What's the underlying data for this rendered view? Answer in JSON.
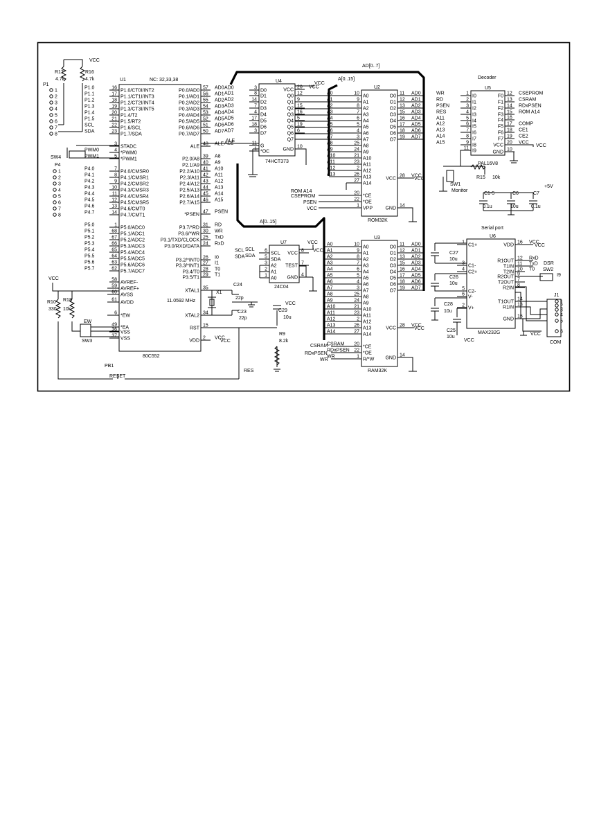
{
  "chips": {
    "u1": {
      "ref": "U1",
      "part": "80C552",
      "nc": "NC: 32,33,38",
      "left": [
        {
          "pin": "16",
          "net": "P1.0",
          "fn": "P1.0/CT0I/INT2"
        },
        {
          "pin": "17",
          "net": "P1.1",
          "fn": "P1.1/CT1I/INT3"
        },
        {
          "pin": "18",
          "net": "P1.2",
          "fn": "P1.2/CT2I/INT4"
        },
        {
          "pin": "19",
          "net": "P1.3",
          "fn": "P1.3/CT3I/INT5"
        },
        {
          "pin": "20",
          "net": "P1.4",
          "fn": "P1.4/T2"
        },
        {
          "pin": "21",
          "net": "P1.5",
          "fn": "P1.5/RT2"
        },
        {
          "pin": "22",
          "net": "SCL",
          "fn": "P1.6/SCL"
        },
        {
          "pin": "23",
          "net": "SDA",
          "fn": "P1.7/SDA"
        },
        {
          "pin": "3",
          "net": "",
          "fn": "STADC"
        },
        {
          "pin": "4",
          "net": "PWM0",
          "fn": "*PWM0"
        },
        {
          "pin": "5",
          "net": "PWM1",
          "fn": "*PWM1"
        },
        {
          "pin": "7",
          "net": "P4.0",
          "fn": "P4.0/CMSR0"
        },
        {
          "pin": "8",
          "net": "P4.1",
          "fn": "P4.1/CMSR1"
        },
        {
          "pin": "9",
          "net": "P4.2",
          "fn": "P4.2/CMSR2"
        },
        {
          "pin": "10",
          "net": "P4.3",
          "fn": "P4.3/CMSR3"
        },
        {
          "pin": "11",
          "net": "P4.4",
          "fn": "P4.4/CMSR4"
        },
        {
          "pin": "12",
          "net": "P4.5",
          "fn": "P4.5/CMSR5"
        },
        {
          "pin": "13",
          "net": "P4.6",
          "fn": "P4.6/CMT0"
        },
        {
          "pin": "14",
          "net": "P4.7",
          "fn": "P4.7/CMT1"
        },
        {
          "pin": "1",
          "net": "P5.0",
          "fn": "P5.0/ADC0"
        },
        {
          "pin": "68",
          "net": "P5.1",
          "fn": "P5.1/ADC1"
        },
        {
          "pin": "67",
          "net": "P5.2",
          "fn": "P5.2/ADC2"
        },
        {
          "pin": "66",
          "net": "P5.3",
          "fn": "P5.3/ADC3"
        },
        {
          "pin": "65",
          "net": "P5.4",
          "fn": "P5.4/ADC4"
        },
        {
          "pin": "64",
          "net": "P5.5",
          "fn": "P5.5/ADC5"
        },
        {
          "pin": "63",
          "net": "P5.6",
          "fn": "P5.6/ADC6"
        },
        {
          "pin": "62",
          "net": "P5.7",
          "fn": "P5.7/ADC7"
        },
        {
          "pin": "58",
          "net": "",
          "fn": "AVREF-"
        },
        {
          "pin": "59",
          "net": "",
          "fn": "AVREF+"
        },
        {
          "pin": "60",
          "net": "",
          "fn": "AVSS"
        },
        {
          "pin": "61",
          "net": "",
          "fn": "AVDD"
        },
        {
          "pin": "6",
          "net": "",
          "fn": "*EW"
        },
        {
          "pin": "49",
          "net": "",
          "fn": "*EA"
        },
        {
          "pin": "36",
          "net": "",
          "fn": "VSS"
        },
        {
          "pin": "37",
          "net": "",
          "fn": "VSS"
        }
      ],
      "right": [
        {
          "pin": "57",
          "net": "AD0",
          "fn": "P0.0/AD0"
        },
        {
          "pin": "56",
          "net": "AD1",
          "fn": "P0.1/AD1"
        },
        {
          "pin": "55",
          "net": "AD2",
          "fn": "P0.2/AD2"
        },
        {
          "pin": "54",
          "net": "AD3",
          "fn": "P0.3/AD3"
        },
        {
          "pin": "53",
          "net": "AD4",
          "fn": "P0.4/AD4"
        },
        {
          "pin": "52",
          "net": "AD5",
          "fn": "P0.5/AD5"
        },
        {
          "pin": "51",
          "net": "AD6",
          "fn": "P0.6/AD6"
        },
        {
          "pin": "50",
          "net": "AD7",
          "fn": "P0.7/AD7"
        },
        {
          "pin": "48",
          "net": "ALE",
          "fn": "ALE"
        },
        {
          "pin": "39",
          "net": "A8",
          "fn": "P2.0/A8"
        },
        {
          "pin": "40",
          "net": "A9",
          "fn": "P2.1/A9"
        },
        {
          "pin": "41",
          "net": "A10",
          "fn": "P2.2/A10"
        },
        {
          "pin": "42",
          "net": "A11",
          "fn": "P2.3/A11"
        },
        {
          "pin": "43",
          "net": "A12",
          "fn": "P2.4/A12"
        },
        {
          "pin": "44",
          "net": "A13",
          "fn": "P2.5/A13"
        },
        {
          "pin": "45",
          "net": "A14",
          "fn": "P2.6/A14"
        },
        {
          "pin": "46",
          "net": "A15",
          "fn": "P2.7/A15"
        },
        {
          "pin": "47",
          "net": "PSEN",
          "fn": "*PSEN"
        },
        {
          "pin": "31",
          "net": "RD",
          "fn": "P3.7/*RD"
        },
        {
          "pin": "30",
          "net": "WR",
          "fn": "P3.6/*WR"
        },
        {
          "pin": "25",
          "net": "TxD",
          "fn": "P3.1/TXD/CLOCK"
        },
        {
          "pin": "24",
          "net": "RxD",
          "fn": "P3.0/RXD/DATA"
        },
        {
          "pin": "26",
          "net": "I0",
          "fn": "P3.2/*INT0"
        },
        {
          "pin": "27",
          "net": "I1",
          "fn": "P3.3/*INT1"
        },
        {
          "pin": "28",
          "net": "T0",
          "fn": "P3.4/T0"
        },
        {
          "pin": "29",
          "net": "T1",
          "fn": "P3.5/T1"
        },
        {
          "pin": "35",
          "net": "",
          "fn": "XTAL1"
        },
        {
          "pin": "34",
          "net": "",
          "fn": "XTAL2"
        },
        {
          "pin": "15",
          "net": "",
          "fn": "RST"
        },
        {
          "pin": "2",
          "net": "VCC",
          "fn": "VDD"
        }
      ]
    },
    "u4": {
      "ref": "U4",
      "part": "74HCT373",
      "left": [
        {
          "pin": "3",
          "net": "AD0",
          "fn": "D0"
        },
        {
          "pin": "8",
          "net": "AD1",
          "fn": "D1"
        },
        {
          "pin": "14",
          "net": "AD2",
          "fn": "D2"
        },
        {
          "pin": "7",
          "net": "AD3",
          "fn": "D3"
        },
        {
          "pin": "4",
          "net": "AD4",
          "fn": "D4"
        },
        {
          "pin": "17",
          "net": "AD5",
          "fn": "D5"
        },
        {
          "pin": "18",
          "net": "AD6",
          "fn": "D6"
        },
        {
          "pin": "3",
          "net": "AD7",
          "fn": "D7"
        },
        {
          "pin": "11",
          "net": "ALE",
          "fn": "G"
        },
        {
          "pin": "1",
          "net": "",
          "fn": "*OC"
        }
      ],
      "right": [
        {
          "pin": "20",
          "net": "VCC",
          "fn": "VCC"
        },
        {
          "pin": "12",
          "net": "",
          "fn": "Q0"
        },
        {
          "pin": "9",
          "net": "",
          "fn": "Q1"
        },
        {
          "pin": "15",
          "net": "",
          "fn": "Q2"
        },
        {
          "pin": "16",
          "net": "",
          "fn": "Q3"
        },
        {
          "pin": "5",
          "net": "",
          "fn": "Q4"
        },
        {
          "pin": "19",
          "net": "",
          "fn": "Q5"
        },
        {
          "pin": "6",
          "net": "",
          "fn": "Q6"
        },
        {
          "pin": "",
          "net": "",
          "fn": "Q7"
        },
        {
          "pin": "10",
          "net": "",
          "fn": "GND"
        }
      ]
    },
    "u2": {
      "ref": "U2",
      "part": "ROM32K",
      "left": [
        {
          "pin": "10",
          "net": "A0",
          "fn": "A0"
        },
        {
          "pin": "9",
          "net": "A1",
          "fn": "A1"
        },
        {
          "pin": "8",
          "net": "A2",
          "fn": "A2"
        },
        {
          "pin": "7",
          "net": "A3",
          "fn": "A3"
        },
        {
          "pin": "6",
          "net": "A4",
          "fn": "A4"
        },
        {
          "pin": "5",
          "net": "A5",
          "fn": "A5"
        },
        {
          "pin": "4",
          "net": "A6",
          "fn": "A6"
        },
        {
          "pin": "3",
          "net": "A7",
          "fn": "A7"
        },
        {
          "pin": "25",
          "net": "A8",
          "fn": "A8"
        },
        {
          "pin": "24",
          "net": "A9",
          "fn": "A9"
        },
        {
          "pin": "21",
          "net": "A10",
          "fn": "A10"
        },
        {
          "pin": "23",
          "net": "A11",
          "fn": "A11"
        },
        {
          "pin": "2",
          "net": "A12",
          "fn": "A12"
        },
        {
          "pin": "26",
          "net": "A13",
          "fn": "A13"
        },
        {
          "pin": "27",
          "net": "",
          "fn": "A14"
        },
        {
          "pin": "20",
          "net": "",
          "fn": "*CE"
        },
        {
          "pin": "22",
          "net": "",
          "fn": "*OE"
        },
        {
          "pin": "1",
          "net": "",
          "fn": "VPP"
        }
      ],
      "right": [
        {
          "pin": "11",
          "net": "AD0",
          "fn": "O0"
        },
        {
          "pin": "12",
          "net": "AD1",
          "fn": "O1"
        },
        {
          "pin": "13",
          "net": "AD2",
          "fn": "O2"
        },
        {
          "pin": "15",
          "net": "AD3",
          "fn": "O3"
        },
        {
          "pin": "16",
          "net": "AD4",
          "fn": "O4"
        },
        {
          "pin": "17",
          "net": "AD5",
          "fn": "O5"
        },
        {
          "pin": "18",
          "net": "AD6",
          "fn": "O6"
        },
        {
          "pin": "19",
          "net": "AD7",
          "fn": "O7"
        },
        {
          "pin": "28",
          "net": "VCC",
          "fn": "VCC"
        },
        {
          "pin": "14",
          "net": "",
          "fn": "GND"
        }
      ]
    },
    "u3": {
      "ref": "U3",
      "part": "RAM32K",
      "left": [
        {
          "pin": "10",
          "net": "A0",
          "fn": "A0"
        },
        {
          "pin": "9",
          "net": "A1",
          "fn": "A1"
        },
        {
          "pin": "8",
          "net": "A2",
          "fn": "A2"
        },
        {
          "pin": "7",
          "net": "A3",
          "fn": "A3"
        },
        {
          "pin": "6",
          "net": "A4",
          "fn": "A4"
        },
        {
          "pin": "5",
          "net": "A5",
          "fn": "A5"
        },
        {
          "pin": "4",
          "net": "A6",
          "fn": "A6"
        },
        {
          "pin": "3",
          "net": "A7",
          "fn": "A7"
        },
        {
          "pin": "25",
          "net": "A8",
          "fn": "A8"
        },
        {
          "pin": "24",
          "net": "A9",
          "fn": "A9"
        },
        {
          "pin": "21",
          "net": "A10",
          "fn": "A10"
        },
        {
          "pin": "23",
          "net": "A11",
          "fn": "A11"
        },
        {
          "pin": "2",
          "net": "A12",
          "fn": "A12"
        },
        {
          "pin": "26",
          "net": "A13",
          "fn": "A13"
        },
        {
          "pin": "27",
          "net": "A14",
          "fn": "A14"
        },
        {
          "pin": "20",
          "net": "CSRAM",
          "fn": "*CE"
        },
        {
          "pin": "22",
          "net": "RDxPSEN",
          "fn": "*OE"
        },
        {
          "pin": "1",
          "net": "WR",
          "fn": "R/*W"
        }
      ],
      "right": [
        {
          "pin": "11",
          "net": "AD0",
          "fn": "O0"
        },
        {
          "pin": "12",
          "net": "AD1",
          "fn": "O1"
        },
        {
          "pin": "13",
          "net": "AD2",
          "fn": "O2"
        },
        {
          "pin": "15",
          "net": "AD3",
          "fn": "O3"
        },
        {
          "pin": "16",
          "net": "AD4",
          "fn": "O4"
        },
        {
          "pin": "17",
          "net": "AD5",
          "fn": "O5"
        },
        {
          "pin": "18",
          "net": "AD6",
          "fn": "O6"
        },
        {
          "pin": "19",
          "net": "AD7",
          "fn": "O7"
        },
        {
          "pin": "28",
          "net": "VCC",
          "fn": "VCC"
        },
        {
          "pin": "14",
          "net": "",
          "fn": "GND"
        }
      ]
    },
    "u5": {
      "ref": "U5",
      "part": "PAL16V8",
      "title": "Decoder",
      "left": [
        {
          "pin": "1",
          "net": "WR",
          "fn": "I0"
        },
        {
          "pin": "2",
          "net": "RD",
          "fn": "I1"
        },
        {
          "pin": "3",
          "net": "PSEN",
          "fn": "I2"
        },
        {
          "pin": "4",
          "net": "RES",
          "fn": "I3"
        },
        {
          "pin": "5",
          "net": "A11",
          "fn": "I4"
        },
        {
          "pin": "6",
          "net": "A12",
          "fn": "I5"
        },
        {
          "pin": "7",
          "net": "A13",
          "fn": "I6"
        },
        {
          "pin": "8",
          "net": "A14",
          "fn": "I7"
        },
        {
          "pin": "9",
          "net": "A15",
          "fn": "I8"
        },
        {
          "pin": "11",
          "net": "",
          "fn": "I9"
        }
      ],
      "right": [
        {
          "pin": "12",
          "net": "CSEPROM",
          "fn": "F0"
        },
        {
          "pin": "13",
          "net": "CSRAM",
          "fn": "F1"
        },
        {
          "pin": "14",
          "net": "RDxPSEN",
          "fn": "F2"
        },
        {
          "pin": "15",
          "net": "ROM A14",
          "fn": "F3"
        },
        {
          "pin": "16",
          "net": "",
          "fn": "F4"
        },
        {
          "pin": "17",
          "net": "COMP",
          "fn": "F5"
        },
        {
          "pin": "18",
          "net": "CE1",
          "fn": "F6"
        },
        {
          "pin": "19",
          "net": "CE2",
          "fn": "F7"
        },
        {
          "pin": "20",
          "net": "VCC",
          "fn": "VCC"
        },
        {
          "pin": "10",
          "net": "",
          "fn": "GND"
        }
      ]
    },
    "u6": {
      "ref": "U6",
      "part": "MAX232G",
      "title": "Serial port",
      "left": [
        {
          "pin": "1",
          "fn": "C1+"
        },
        {
          "pin": "3",
          "fn": "C1-"
        },
        {
          "pin": "4",
          "fn": "C2+"
        },
        {
          "pin": "5",
          "fn": "C2-"
        },
        {
          "pin": "6",
          "fn": "V-"
        },
        {
          "pin": "2",
          "fn": "V+"
        }
      ],
      "right": [
        {
          "pin": "16",
          "net": "VCC",
          "fn": "VDD"
        },
        {
          "pin": "12",
          "net": "RxD",
          "fn": "R1OUT"
        },
        {
          "pin": "11",
          "net": "TxD",
          "fn": "T1IN"
        },
        {
          "pin": "10",
          "net": "T0",
          "fn": "T2IN"
        },
        {
          "pin": "9",
          "net": "",
          "fn": "R2OUT"
        },
        {
          "pin": "7",
          "net": "",
          "fn": "T2OUT"
        },
        {
          "pin": "8",
          "net": "",
          "fn": "R2IN"
        },
        {
          "pin": "14",
          "net": "",
          "fn": "T1OUT"
        },
        {
          "pin": "13",
          "net": "",
          "fn": "R1IN"
        },
        {
          "pin": "15",
          "net": "",
          "fn": "GND"
        }
      ]
    },
    "u7": {
      "ref": "U7",
      "part": "24C04",
      "left": [
        {
          "pin": "6",
          "net": "SCL",
          "fn": "SCL"
        },
        {
          "pin": "5",
          "net": "SDA",
          "fn": "SDA"
        },
        {
          "pin": "3",
          "net": "",
          "fn": "A2"
        },
        {
          "pin": "2",
          "net": "",
          "fn": "A1"
        },
        {
          "pin": "1",
          "net": "",
          "fn": "A0"
        }
      ],
      "right": [
        {
          "pin": "8",
          "net": "VCC",
          "fn": "VCC"
        },
        {
          "pin": "7",
          "net": "",
          "fn": "TEST"
        },
        {
          "pin": "4",
          "net": "",
          "fn": "GND"
        }
      ]
    }
  },
  "connectors": {
    "p1": {
      "ref": "P1",
      "pins": [
        "1",
        "2",
        "3",
        "4",
        "5",
        "6",
        "7",
        "8"
      ]
    },
    "p4": {
      "ref": "P4",
      "pins": [
        "1",
        "2",
        "3",
        "4",
        "5",
        "6",
        "7",
        "8"
      ]
    },
    "j1": {
      "ref": "J1",
      "name": "COM",
      "pins": [
        "1",
        "2",
        "3",
        "4",
        "5",
        "6"
      ]
    }
  },
  "parts": {
    "r17": {
      "ref": "R17",
      "value": "4.7k"
    },
    "r16": {
      "ref": "R16",
      "value": "4.7k"
    },
    "r10": {
      "ref": "R10",
      "value": "330"
    },
    "r18": {
      "ref": "R18",
      "value": "10k"
    },
    "r9": {
      "ref": "R9",
      "value": "8.2k"
    },
    "r15": {
      "ref": "R15",
      "value": "10k"
    },
    "x1": {
      "ref": "X1",
      "value": "11.0592 MHz"
    },
    "c24": {
      "ref": "C24",
      "value": "22p"
    },
    "c23": {
      "ref": "C23",
      "value": "22p"
    },
    "c29": {
      "ref": "C29",
      "value": "10u"
    },
    "c27": {
      "ref": "C27",
      "value": "10u"
    },
    "c26": {
      "ref": "C26",
      "value": "10u"
    },
    "c28": {
      "ref": "C28",
      "value": "10u"
    },
    "c25": {
      "ref": "C25",
      "value": "10u"
    },
    "c15": {
      "ref": "C1-5",
      "value": "0.1u"
    },
    "c6": {
      "ref": "C6",
      "value": "10u"
    },
    "c7": {
      "ref": "C7",
      "value": "0.1u"
    },
    "sw4": {
      "ref": "SW4"
    },
    "sw3": {
      "ref": "SW3",
      "name": "EW"
    },
    "sw1": {
      "ref": "SW1",
      "name": "Monitor"
    },
    "sw2": {
      "ref": "SW2",
      "name": "DSR",
      "pin": "I9"
    },
    "pb1": {
      "ref": "PB1",
      "name": "RESET"
    }
  },
  "nets": {
    "vcc": "VCC",
    "plus5": "+5V",
    "res": "RES",
    "ale": "ALE",
    "ad_bus": "AD[0..7]",
    "a_bus_top": "A[0..15]",
    "a_bus_mid": "A[0..15]",
    "rom_a14": "ROM A14",
    "cseprom": "CSEPROM",
    "psen": "PSEN",
    "csram": "CSRAM",
    "rdxpsen": "RDxPSEN",
    "wr": "WR",
    "scl": "SCL",
    "sda": "SDA"
  }
}
